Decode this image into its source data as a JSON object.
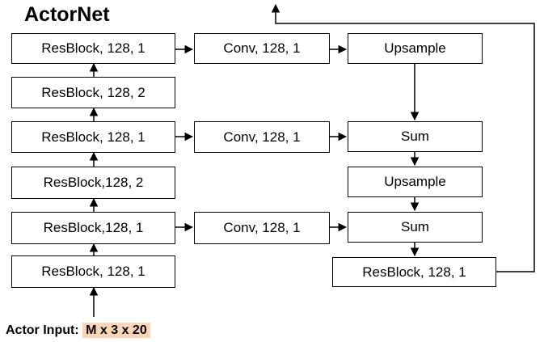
{
  "title": "ActorNet",
  "left_column": [
    "ResBlock, 128, 1",
    "ResBlock, 128, 2",
    "ResBlock, 128, 1",
    "ResBlock,128, 2",
    "ResBlock,128, 1",
    "ResBlock, 128, 1"
  ],
  "middle_column": [
    "Conv, 128, 1",
    "Conv, 128, 1",
    "Conv, 128, 1"
  ],
  "right_column": [
    "Upsample",
    "Sum",
    "Upsample",
    "Sum",
    "ResBlock, 128, 1"
  ],
  "input": {
    "label": "Actor Input:",
    "value": "M x 3 x 20"
  }
}
